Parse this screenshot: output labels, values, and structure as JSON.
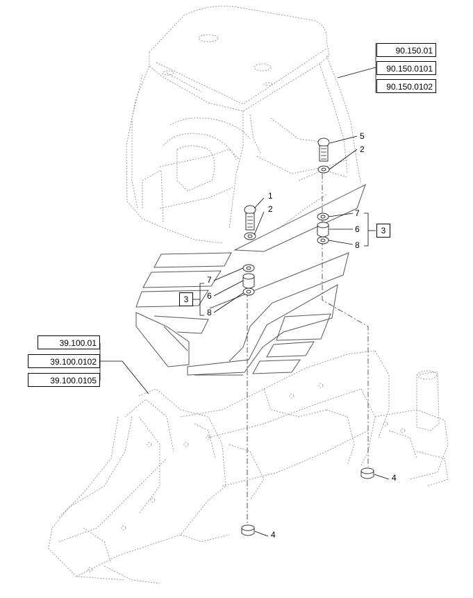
{
  "references": {
    "top": [
      "90.150.01",
      "90.150.0101",
      "90.150.0102"
    ],
    "left": [
      "39.100.01",
      "39.100.0102",
      "39.100.0105"
    ]
  },
  "callouts": {
    "bolt_right": "5",
    "washer_right": "2",
    "bolt_left": "1",
    "washer_left": "2",
    "ring_right_top": "7",
    "bush_right": "6",
    "ring_right_bottom": "8",
    "group_right": "3",
    "ring_left_top": "7",
    "bush_left": "6",
    "ring_left_bottom": "8",
    "group_left": "3",
    "mount_right": "4",
    "mount_left": "4"
  }
}
